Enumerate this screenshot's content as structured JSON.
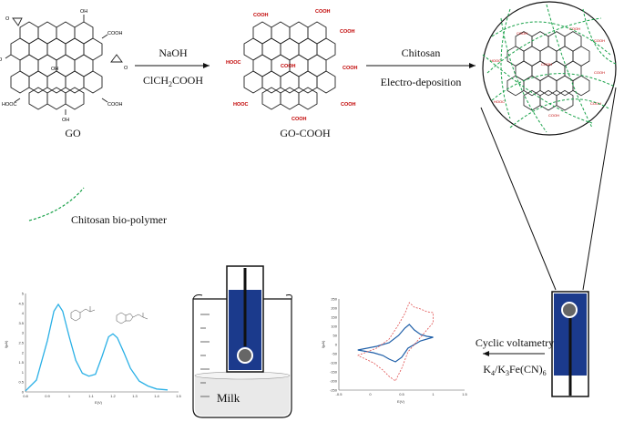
{
  "labels": {
    "go": "GO",
    "go_cooh": "GO-COOH",
    "step1_reagent1": "NaOH",
    "step1_reagent2": "ClCH2COOH",
    "step2_reagent1": "Chitosan",
    "step2_reagent2": "Electro-deposition",
    "legend_chitosan": "Chitosan bio-polymer",
    "milk": "Milk",
    "cv_label": "Cyclic voltametry",
    "cv_reagent": "K4/K3Fe(CN)6"
  },
  "groups": {
    "oh": "OH",
    "ho": "HO",
    "cooh": "COOH",
    "hooc": "HOOC",
    "o": "O"
  },
  "dpv_chart": {
    "ylabel": "I(µA)",
    "xlabel": "E(V)",
    "xticks": [
      "0.8",
      "0.9",
      "1",
      "1.1",
      "1.2",
      "1.3",
      "1.4",
      "1.5"
    ],
    "yticks": [
      "0",
      "0.5",
      "1",
      "1.5",
      "2",
      "2.5",
      "3",
      "3.5",
      "4",
      "4.5",
      "5"
    ]
  },
  "cv_chart": {
    "ylabel": "I(µA)",
    "xlabel": "E(V)",
    "xticks": [
      "-0.5",
      "0",
      "0.5",
      "1",
      "1.5"
    ],
    "yticks": [
      "-250",
      "-200",
      "-150",
      "-100",
      "-50",
      "0",
      "50",
      "100",
      "150",
      "200",
      "250"
    ]
  },
  "chart_data": [
    {
      "type": "line",
      "title": "",
      "xlabel": "E(V)",
      "ylabel": "I(µA)",
      "xlim": [
        0.8,
        1.5
      ],
      "ylim": [
        0,
        5
      ],
      "series": [
        {
          "x": [
            0.8,
            0.85,
            0.9,
            0.93,
            0.95,
            0.97,
            1.0,
            1.03,
            1.06,
            1.09,
            1.12,
            1.15,
            1.18,
            1.2,
            1.22,
            1.25,
            1.28,
            1.32,
            1.36,
            1.4,
            1.45
          ],
          "y": [
            0.05,
            0.6,
            2.6,
            4.1,
            4.45,
            4.1,
            2.8,
            1.6,
            0.95,
            0.8,
            0.9,
            1.8,
            2.8,
            2.95,
            2.75,
            2.0,
            1.2,
            0.55,
            0.3,
            0.15,
            0.1
          ],
          "color": "#2ab0e6"
        }
      ]
    },
    {
      "type": "line",
      "title": "",
      "xlabel": "E(V)",
      "ylabel": "I(µA)",
      "xlim": [
        -0.5,
        1.5
      ],
      "ylim": [
        -250,
        250
      ],
      "series": [
        {
          "x": [
            -0.2,
            0.1,
            0.3,
            0.45,
            0.55,
            0.62,
            0.7,
            0.8,
            0.9,
            1.0,
            1.0,
            0.8,
            0.6,
            0.5,
            0.4,
            0.3,
            0.2,
            0.05,
            -0.2
          ],
          "y": [
            -30,
            -10,
            10,
            50,
            90,
            110,
            80,
            55,
            45,
            40,
            40,
            20,
            -20,
            -70,
            -95,
            -80,
            -60,
            -45,
            -30
          ],
          "color": "#1f5fa8"
        },
        {
          "x": [
            -0.2,
            0.1,
            0.3,
            0.45,
            0.55,
            0.62,
            0.7,
            0.8,
            0.9,
            1.0,
            1.0,
            0.8,
            0.6,
            0.5,
            0.4,
            0.3,
            0.2,
            0.05,
            -0.2
          ],
          "y": [
            -60,
            -20,
            30,
            110,
            170,
            230,
            205,
            195,
            180,
            175,
            120,
            40,
            -40,
            -130,
            -200,
            -175,
            -140,
            -100,
            -60
          ],
          "color": "#e05050"
        }
      ]
    }
  ]
}
